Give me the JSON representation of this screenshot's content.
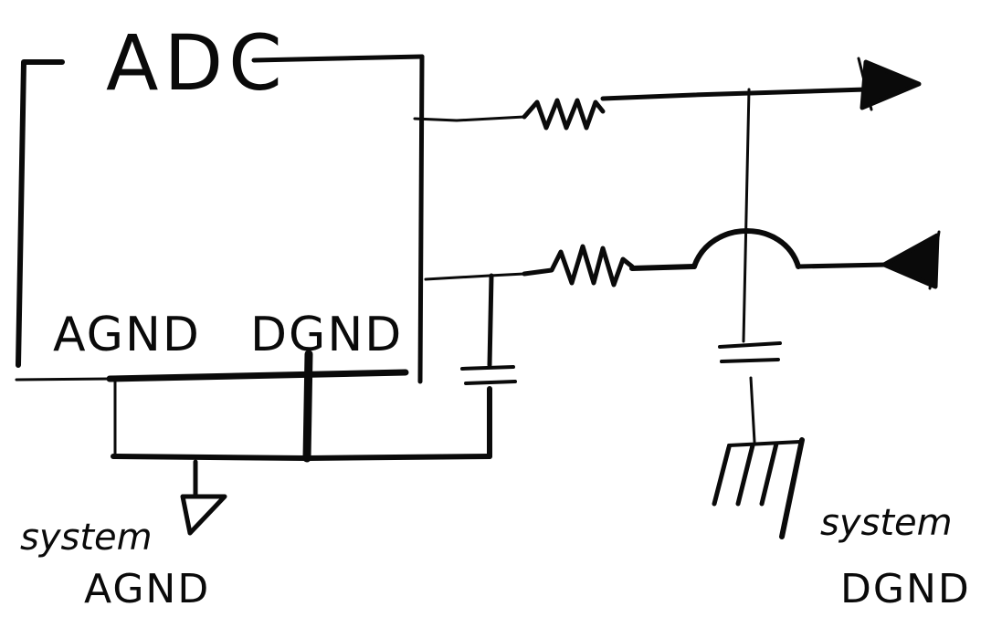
{
  "diagram": {
    "labels": {
      "adc": "ADC",
      "agnd_pin": "AGND",
      "dgnd_pin": "DGND",
      "system_agnd_line1": "system",
      "system_agnd_line2": "AGND",
      "system_dgnd_line1": "system",
      "system_dgnd_line2": "DGND"
    },
    "style": {
      "ink_color": "#0a0a0a",
      "background": "#ffffff"
    },
    "symbols": [
      "resistor-icon",
      "resistor-icon",
      "capacitor-icon",
      "capacitor-icon",
      "arrow-right-icon",
      "arrow-left-icon",
      "agnd-ground-icon",
      "dgnd-chassis-ground-icon",
      "crossover-hop-icon"
    ]
  }
}
